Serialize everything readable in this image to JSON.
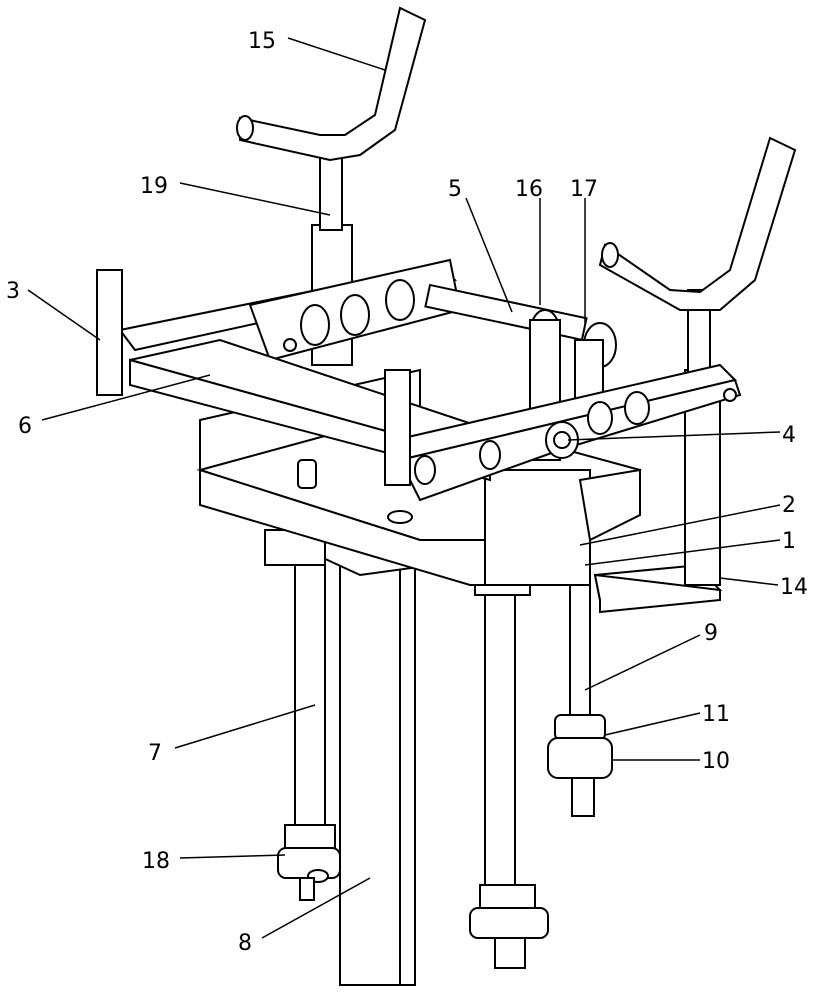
{
  "figure": {
    "labels": [
      {
        "id": "15",
        "text": "15"
      },
      {
        "id": "19",
        "text": "19"
      },
      {
        "id": "5",
        "text": "5"
      },
      {
        "id": "16",
        "text": "16"
      },
      {
        "id": "17",
        "text": "17"
      },
      {
        "id": "3",
        "text": "3"
      },
      {
        "id": "6",
        "text": "6"
      },
      {
        "id": "4",
        "text": "4"
      },
      {
        "id": "2",
        "text": "2"
      },
      {
        "id": "1",
        "text": "1"
      },
      {
        "id": "14",
        "text": "14"
      },
      {
        "id": "9",
        "text": "9"
      },
      {
        "id": "11",
        "text": "11"
      },
      {
        "id": "10",
        "text": "10"
      },
      {
        "id": "7",
        "text": "7"
      },
      {
        "id": "18",
        "text": "18"
      },
      {
        "id": "8",
        "text": "8"
      }
    ]
  }
}
